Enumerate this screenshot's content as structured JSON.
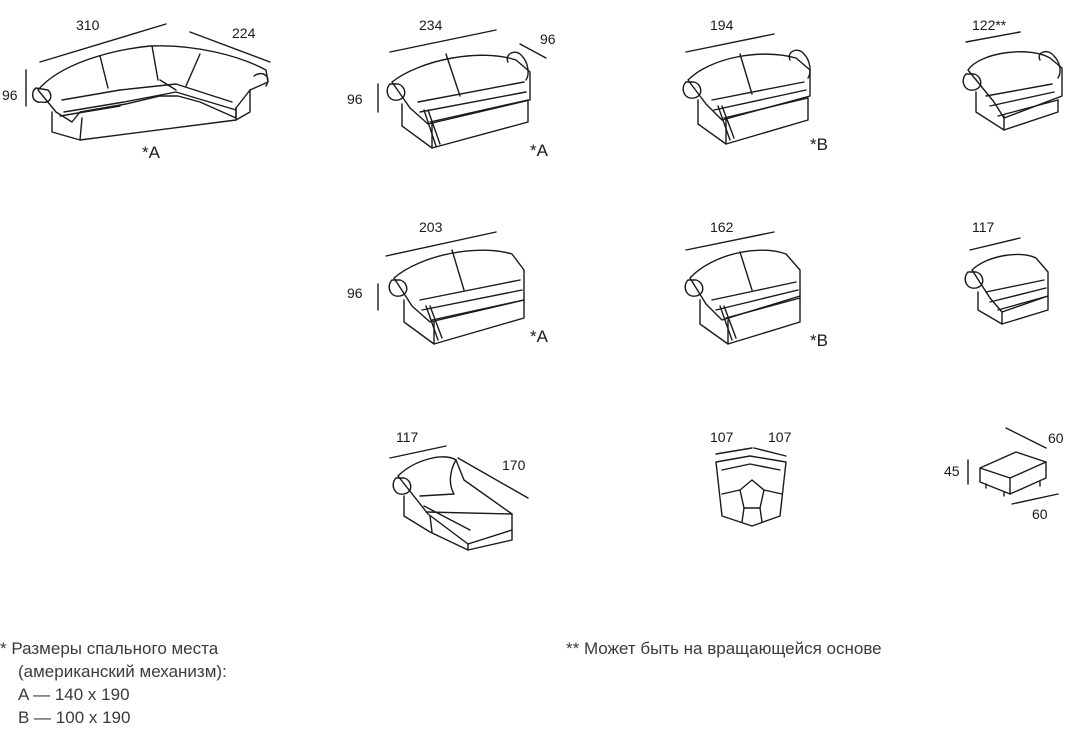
{
  "modules": {
    "corner_sofa": {
      "width": "310",
      "depth": "224",
      "height": "96",
      "note": "*A"
    },
    "sofa_large": {
      "width": "234",
      "depth": "96",
      "height": "96",
      "note": "*A"
    },
    "sofa_medium": {
      "width": "194",
      "note": "*B"
    },
    "armchair": {
      "width": "122**"
    },
    "sofa_one_arm": {
      "width": "203",
      "height": "96",
      "note": "*A"
    },
    "loveseat_one_arm": {
      "width": "162",
      "note": "*B"
    },
    "armchair_one_arm": {
      "width": "117"
    },
    "chaise": {
      "width": "117",
      "length": "170"
    },
    "corner_unit": {
      "left": "107",
      "right": "107"
    },
    "ottoman": {
      "width": "60",
      "depth": "60",
      "height": "45"
    }
  },
  "footnotes": {
    "bed_line1": "* Размеры спального места",
    "bed_line2": "(американский механизм):",
    "bed_a": "A — 140 x 190",
    "bed_b": "B — 100 x 190",
    "swivel": "** Может быть на вращающейся основе"
  },
  "colors": {
    "line": "#1a1a1a",
    "text": "#1a1a1a",
    "note_text": "#3b3b3b"
  }
}
